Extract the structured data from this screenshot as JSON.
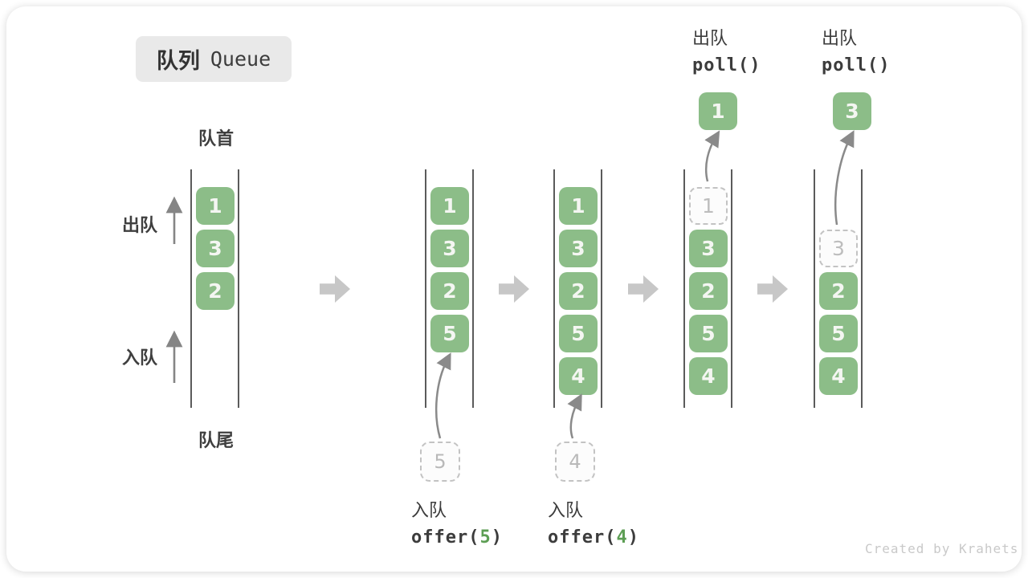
{
  "title": {
    "zh": "队列",
    "en": "Queue"
  },
  "side_labels": {
    "front": "队首",
    "rear": "队尾",
    "dequeue": "出队",
    "enqueue": "入队"
  },
  "columns": [
    {
      "cells": [
        "1",
        "3",
        "2"
      ]
    },
    {
      "cells": [
        "1",
        "3",
        "2",
        "5"
      ],
      "incoming": "5",
      "op": {
        "name": "入队",
        "code_pre": "offer(",
        "arg": "5",
        "code_post": ")"
      }
    },
    {
      "cells": [
        "1",
        "3",
        "2",
        "5",
        "4"
      ],
      "incoming": "4",
      "op": {
        "name": "入队",
        "code_pre": "offer(",
        "arg": "4",
        "code_post": ")"
      }
    },
    {
      "cells": [
        "3",
        "2",
        "5",
        "4"
      ],
      "removed": "1",
      "polled": "1",
      "op": {
        "name": "出队",
        "code": "poll()"
      }
    },
    {
      "cells": [
        "2",
        "5",
        "4"
      ],
      "removed": "3",
      "polled": "3",
      "op": {
        "name": "出队",
        "code": "poll()"
      }
    }
  ],
  "watermark": "Created by Krahets",
  "colors": {
    "cell_green": "#8cbd88",
    "code_accent": "#5d9e54",
    "block_arrow": "#c7c7c7",
    "dashed_border": "#c3c3c3",
    "flow_arrow": "#8a8a8a"
  }
}
